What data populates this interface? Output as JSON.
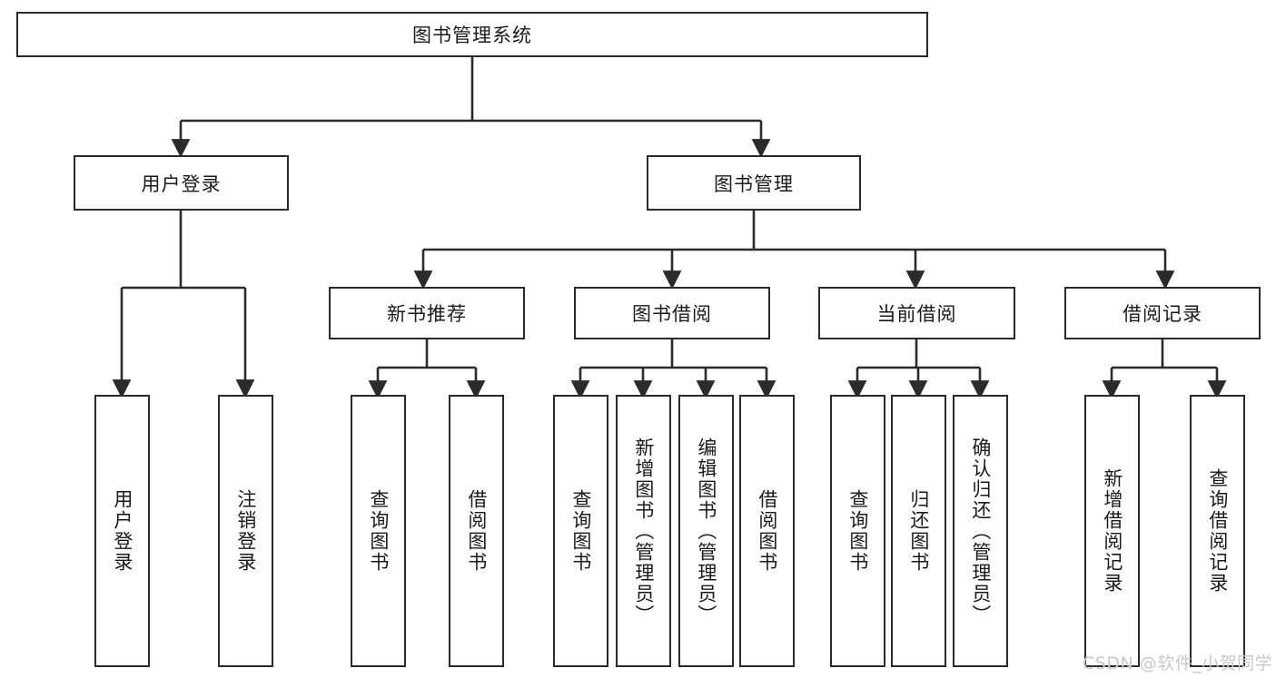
{
  "diagram": {
    "title": "图书管理系统",
    "type": "tree-hierarchy-diagram",
    "colors": {
      "box_border": "#2b2b2b",
      "box_fill": "#ffffff",
      "edge": "#2b2b2b",
      "text": "#1a1a1a",
      "watermark": "#c9c9c9",
      "background": "#ffffff"
    }
  },
  "root": {
    "label": "图书管理系统"
  },
  "level2": [
    {
      "label": "用户登录"
    },
    {
      "label": "图书管理"
    }
  ],
  "level3": [
    {
      "label": "新书推荐"
    },
    {
      "label": "图书借阅"
    },
    {
      "label": "当前借阅"
    },
    {
      "label": "借阅记录"
    }
  ],
  "leaves": {
    "user_login": [
      {
        "label": "用户登录"
      },
      {
        "label": "注销登录"
      }
    ],
    "new_book_recommend": [
      {
        "label": "查询图书"
      },
      {
        "label": "借阅图书"
      }
    ],
    "book_borrow": [
      {
        "label": "查询图书"
      },
      {
        "label": "新增图书（管理员）"
      },
      {
        "label": "编辑图书（管理员）"
      },
      {
        "label": "借阅图书"
      }
    ],
    "current_borrow": [
      {
        "label": "查询图书"
      },
      {
        "label": "归还图书"
      },
      {
        "label": "确认归还（管理员）"
      }
    ],
    "borrow_records": [
      {
        "label": "新增借阅记录"
      },
      {
        "label": "查询借阅记录"
      }
    ]
  },
  "watermark": {
    "text": "CSDN @软件_小贺同学"
  }
}
